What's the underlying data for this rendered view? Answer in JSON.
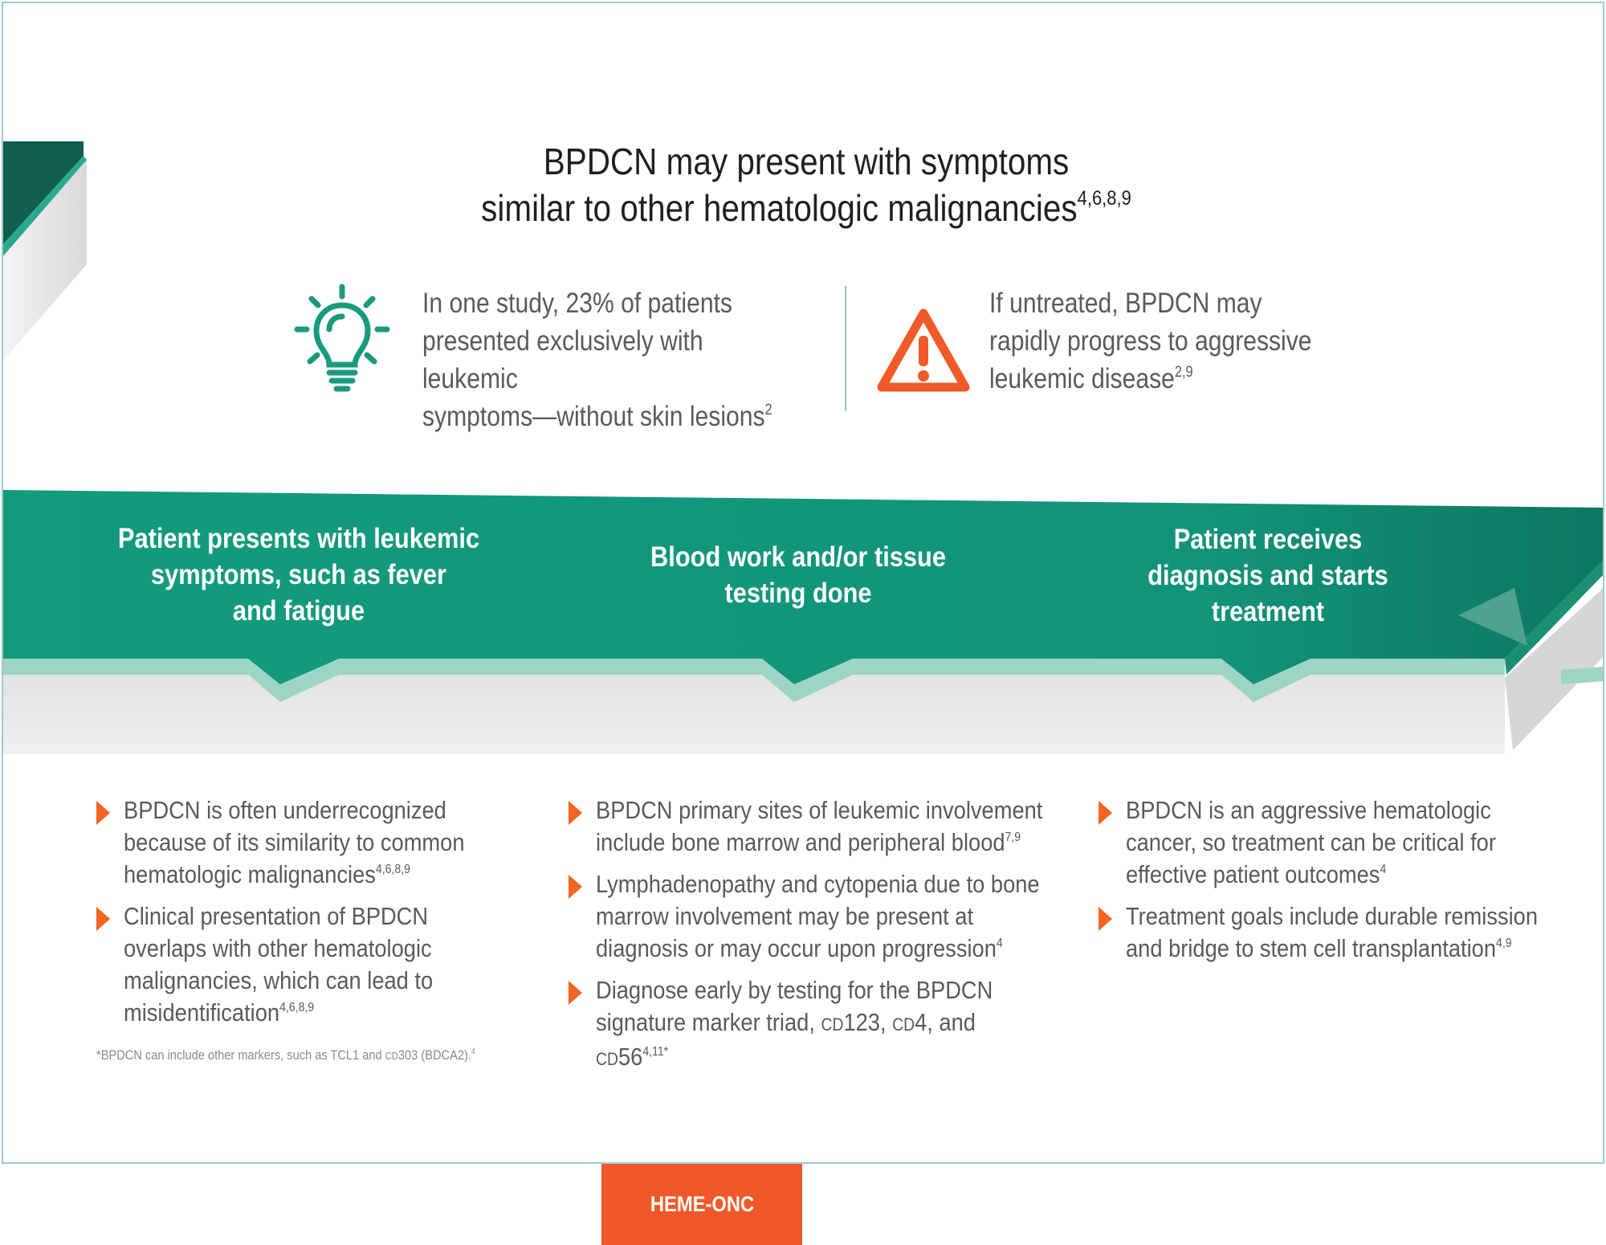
{
  "title": {
    "line1": "BPDCN may present with symptoms",
    "line2": "similar to other hematologic malignancies",
    "refs": "4,6,8,9"
  },
  "stats": {
    "left": {
      "icon": "lightbulb-icon",
      "l1": "In one study, 23% of patients",
      "l2": "presented exclusively with leukemic",
      "l3": "symptoms—without skin lesions",
      "refs": "2"
    },
    "right": {
      "icon": "warning-icon",
      "l1": "If untreated, BPDCN may",
      "l2": "rapidly progress to aggressive",
      "l3": "leukemic disease",
      "refs": "2,9"
    }
  },
  "steps": [
    {
      "l1": "Patient presents with leukemic",
      "l2": "symptoms, such as fever",
      "l3": "and fatigue"
    },
    {
      "l1": "Blood work and/or tissue",
      "l2": "testing done"
    },
    {
      "l1": "Patient receives",
      "l2": "diagnosis and starts",
      "l3": "treatment"
    }
  ],
  "columns": {
    "col1": [
      {
        "text": "BPDCN is often underrecognized because of its similarity to common hematologic malignancies",
        "refs": "4,6,8,9"
      },
      {
        "text": "Clinical presentation of BPDCN overlaps with other hematologic malignancies, which can lead to misidentification",
        "refs": "4,6,8,9"
      }
    ],
    "col2": [
      {
        "text": "BPDCN primary sites of leukemic involvement include bone marrow and peripheral blood",
        "refs": "7,9"
      },
      {
        "text": "Lymphadenopathy and cytopenia due to bone marrow involvement may be present at diagnosis or may occur upon progression",
        "refs": "4"
      },
      {
        "pre": "Diagnose early by testing for the BPDCN signature marker triad, ",
        "m1": "CD",
        "n1": "123, ",
        "m2": "CD",
        "n2": "4, and ",
        "m3": "CD",
        "n3": "56",
        "refs": "4,11*"
      }
    ],
    "col3": [
      {
        "text": "BPDCN is an aggressive hematologic cancer, so treatment can be critical for effective patient outcomes",
        "refs": "4"
      },
      {
        "text": "Treatment goals include durable remission and bridge to stem cell transplantation",
        "refs": "4,9"
      }
    ]
  },
  "footnote": {
    "pre": "*BPDCN can include other markers, such as TCL1 and ",
    "sc": "CD",
    "post": "303 (BDCA2).",
    "refs": "4"
  },
  "tag": "HEME-ONC",
  "colors": {
    "teal": "#159a7b",
    "teal_dark": "#0e6e58",
    "mint": "#9dd5c4",
    "orange": "#f26522",
    "gray": "#e8e8e8"
  }
}
